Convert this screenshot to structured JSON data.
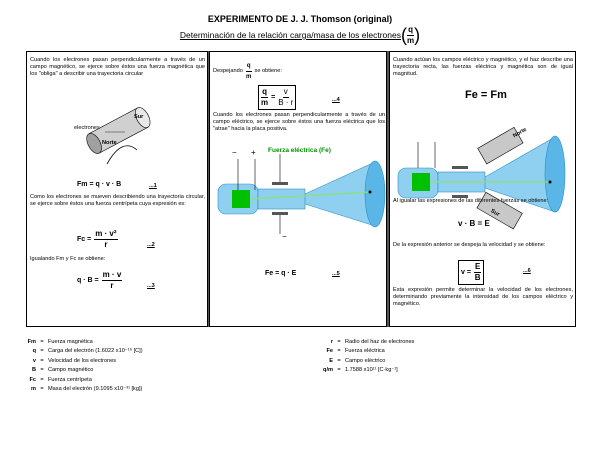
{
  "title": "EXPERIMENTO DE J. J. Thomson (original)",
  "subtitle": {
    "text": "Determinación de la relación carga/masa de los electrones",
    "frac_num": "q",
    "frac_den": "m"
  },
  "panel1": {
    "intro": "Cuando los electrones pasan perpendicularmente a través de un campo magnético, se ejerce sobre éstos una fuerza magnética que los \"obliga\" a describir una trayectoria circular",
    "label_electron": "electrones",
    "label_sur": "Sur",
    "label_norte": "Norte",
    "eq1": "Fm = q · v · B",
    "eq1_num": "...1",
    "text2": "Como los electrones se mueven describiendo una trayectoria circular, se ejerce sobre éstos una fuerza centrípeta cuya expresión es:",
    "eq2_lhs": "Fc =",
    "eq2_num": "m · v²",
    "eq2_den": "r",
    "eq2_ref": "...2",
    "text3": "Igualando Fm y Fc se obtiene:",
    "eq3_lhs": "q · B =",
    "eq3_num": "m · v",
    "eq3_den": "r",
    "eq3_ref": "...3"
  },
  "panel2": {
    "intro": "Despejando",
    "intro_num": "q",
    "intro_den": "m",
    "intro_end": "se obtiene:",
    "eq4_lhs_num": "q",
    "eq4_lhs_den": "m",
    "eq4_rhs_num": "v",
    "eq4_rhs_den": "B · r",
    "eq4_ref": "...4",
    "text2": "Cuando los electrones pasan perpendicularmente a través de un campo eléctrico, se ejerce sobre éstos una fuerza eléctrica que los \"atrae\" hacia la placa positiva.",
    "force_label": "Fuerza eléctrica (Fe)",
    "minus": "−",
    "plus": "+",
    "eq5": "Fe = q · E",
    "eq5_ref": "...5"
  },
  "panel3": {
    "intro": "Cuando actúan los campos eléctrico y magnético, y el haz describe una trayectoria recta, las fuerzas eléctrica y magnética son de igual magnitud.",
    "big_eq": "Fe = Fm",
    "label_norte": "Norte",
    "label_sur": "Sur",
    "text2": "Al igualar las expresiones de las diferentes fuerzas se obtiene:",
    "eq_v": "v · B = E",
    "text3": "De la expresión anterior se despeja la velocidad y se obtiene:",
    "eq6_lhs": "v =",
    "eq6_num": "E",
    "eq6_den": "B",
    "eq6_ref": "...6",
    "text4": "Esta expresión permite determinar la velocidad de los electrones, determinando previamente la intensidad de los campos eléctrico y magnético."
  },
  "legend_left": [
    {
      "sym": "Fm",
      "eq": "=",
      "desc": "Fuerza magnética"
    },
    {
      "sym": "q",
      "eq": "=",
      "desc": "Carga del electrón (1.6022 x10⁻¹⁹ [C])"
    },
    {
      "sym": "v",
      "eq": "=",
      "desc": "Velocidad de los electrones"
    },
    {
      "sym": "B",
      "eq": "=",
      "desc": "Campo magnético"
    },
    {
      "sym": "Fc",
      "eq": "=",
      "desc": "Fuerza centrípeta"
    },
    {
      "sym": "m",
      "eq": "=",
      "desc": "Masa del electrón (9.1095 x10⁻³¹ [kg])"
    }
  ],
  "legend_right": [
    {
      "sym": "r",
      "eq": "=",
      "desc": "Radio del haz de electrones"
    },
    {
      "sym": "Fe",
      "eq": "=",
      "desc": "Fuerza eléctrica"
    },
    {
      "sym": "E",
      "eq": "=",
      "desc": "Campo eléctrico"
    },
    {
      "sym": "q/m",
      "eq": "=",
      "desc": "1.7588 x10¹¹ [C·kg⁻¹]"
    }
  ],
  "colors": {
    "tube": "#8fd0f0",
    "tube_dark": "#2b8fc8",
    "green": "#00c000",
    "magnet": "#c8c8c8",
    "beam": "#90e070"
  }
}
